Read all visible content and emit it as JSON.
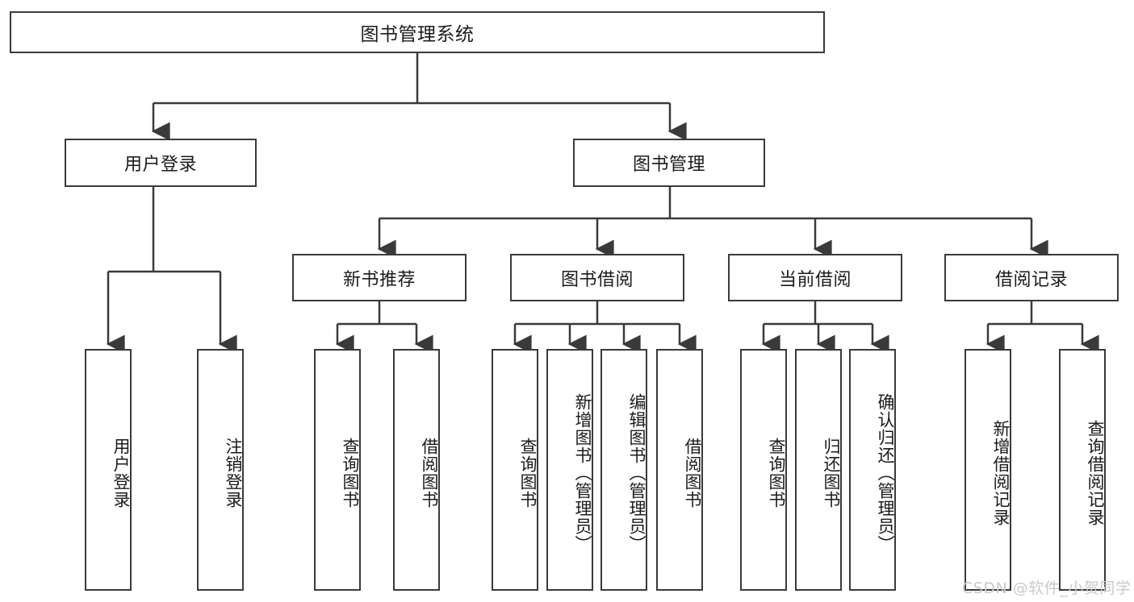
{
  "diagram": {
    "title": "图书管理系统",
    "type": "hierarchy-tree",
    "background_color": "#ffffff",
    "line_color": "#3a3a3a",
    "text_color": "#1b1b1b",
    "root": {
      "label": "图书管理系统"
    },
    "level2": [
      {
        "label": "用户登录"
      },
      {
        "label": "图书管理"
      }
    ],
    "level3": [
      {
        "label": "新书推荐"
      },
      {
        "label": "图书借阅"
      },
      {
        "label": "当前借阅"
      },
      {
        "label": "借阅记录"
      }
    ],
    "leaves": {
      "user_login": [
        {
          "label": "用户登录"
        },
        {
          "label": "注销登录"
        }
      ],
      "new_book_recommend": [
        {
          "label": "查询图书"
        },
        {
          "label": "借阅图书"
        }
      ],
      "book_borrow": [
        {
          "label": "查询图书"
        },
        {
          "label": "新增图书（管理员）"
        },
        {
          "label": "编辑图书（管理员）"
        },
        {
          "label": "借阅图书"
        }
      ],
      "current_borrow": [
        {
          "label": "查询图书"
        },
        {
          "label": "归还图书"
        },
        {
          "label": "确认归还（管理员）"
        }
      ],
      "borrow_record": [
        {
          "label": "新增借阅记录"
        },
        {
          "label": "查询借阅记录"
        }
      ]
    }
  },
  "watermark": {
    "text": "CSDN @软件_小贺同学"
  }
}
